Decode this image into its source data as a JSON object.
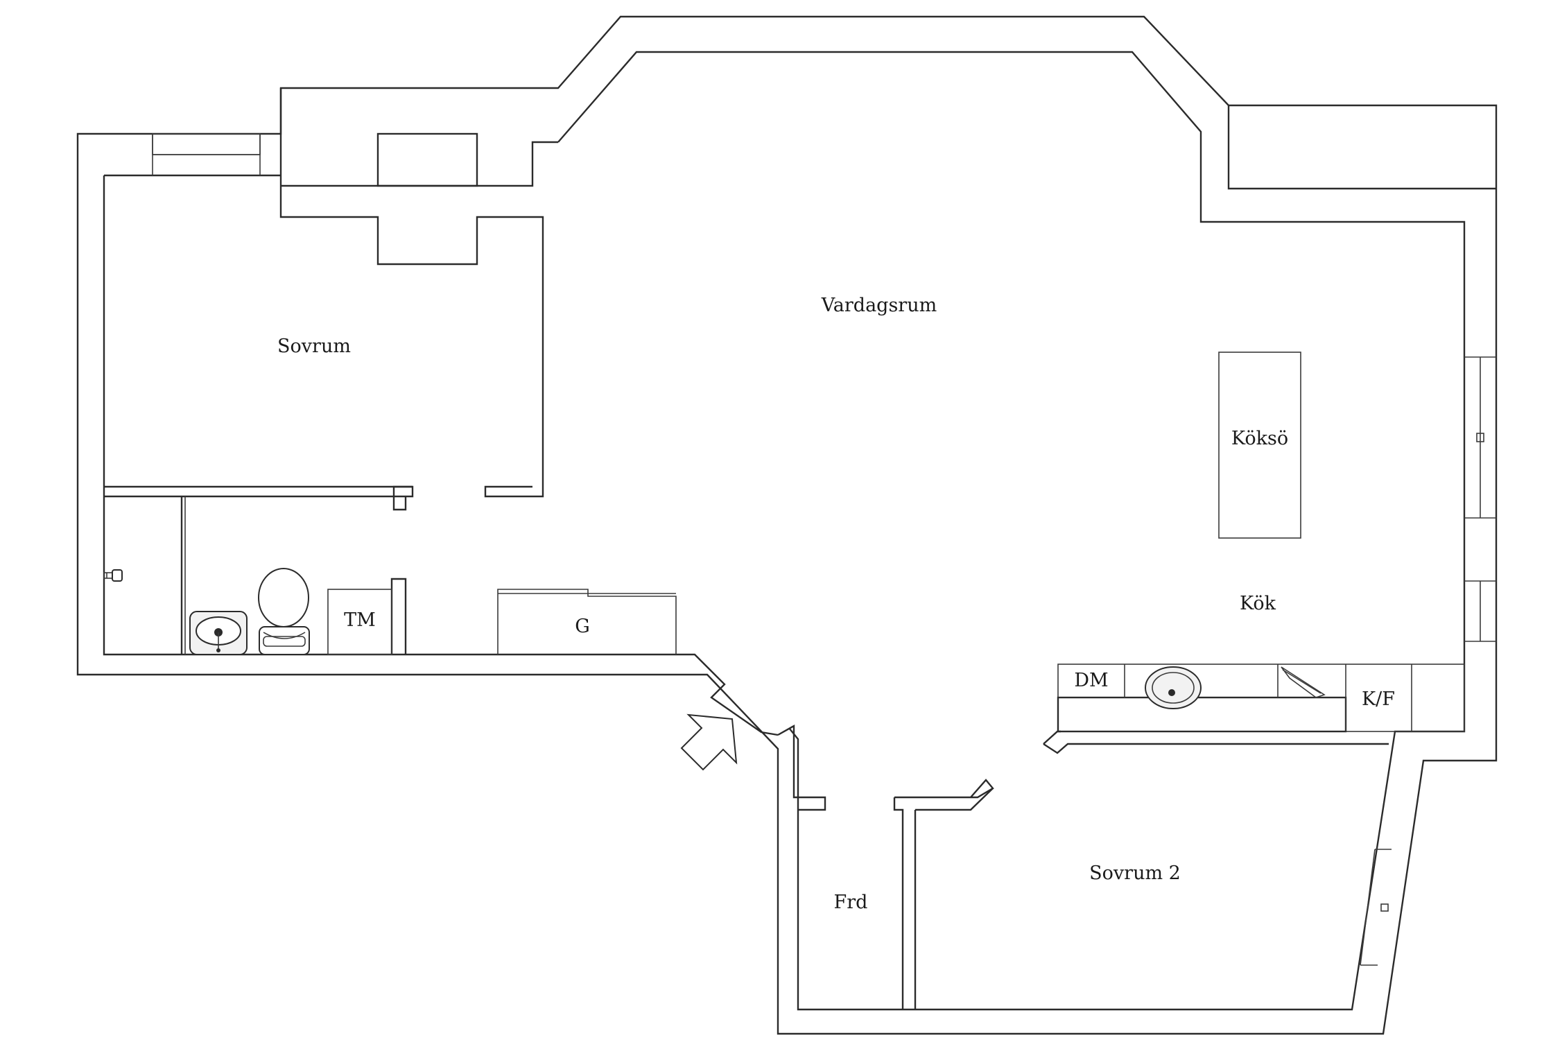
{
  "rooms": {
    "sovrum": "Sovrum",
    "vardagsrum": "Vardagsrum",
    "koksoe": "Köksö",
    "kok": "Kök",
    "sovrum2": "Sovrum 2",
    "frd": "Frd"
  },
  "fixtures": {
    "tm": "TM",
    "g": "G",
    "dm": "DM",
    "kf": "K/F"
  },
  "colors": {
    "wall": "#2b2b2b",
    "background": "#ffffff"
  },
  "icons": {
    "entrance": "entrance-arrow-icon",
    "toilet": "toilet-icon",
    "washbasin": "washbasin-icon",
    "sink": "kitchen-sink-icon",
    "stove": "stove-icon",
    "shower": "shower-tap-icon"
  }
}
